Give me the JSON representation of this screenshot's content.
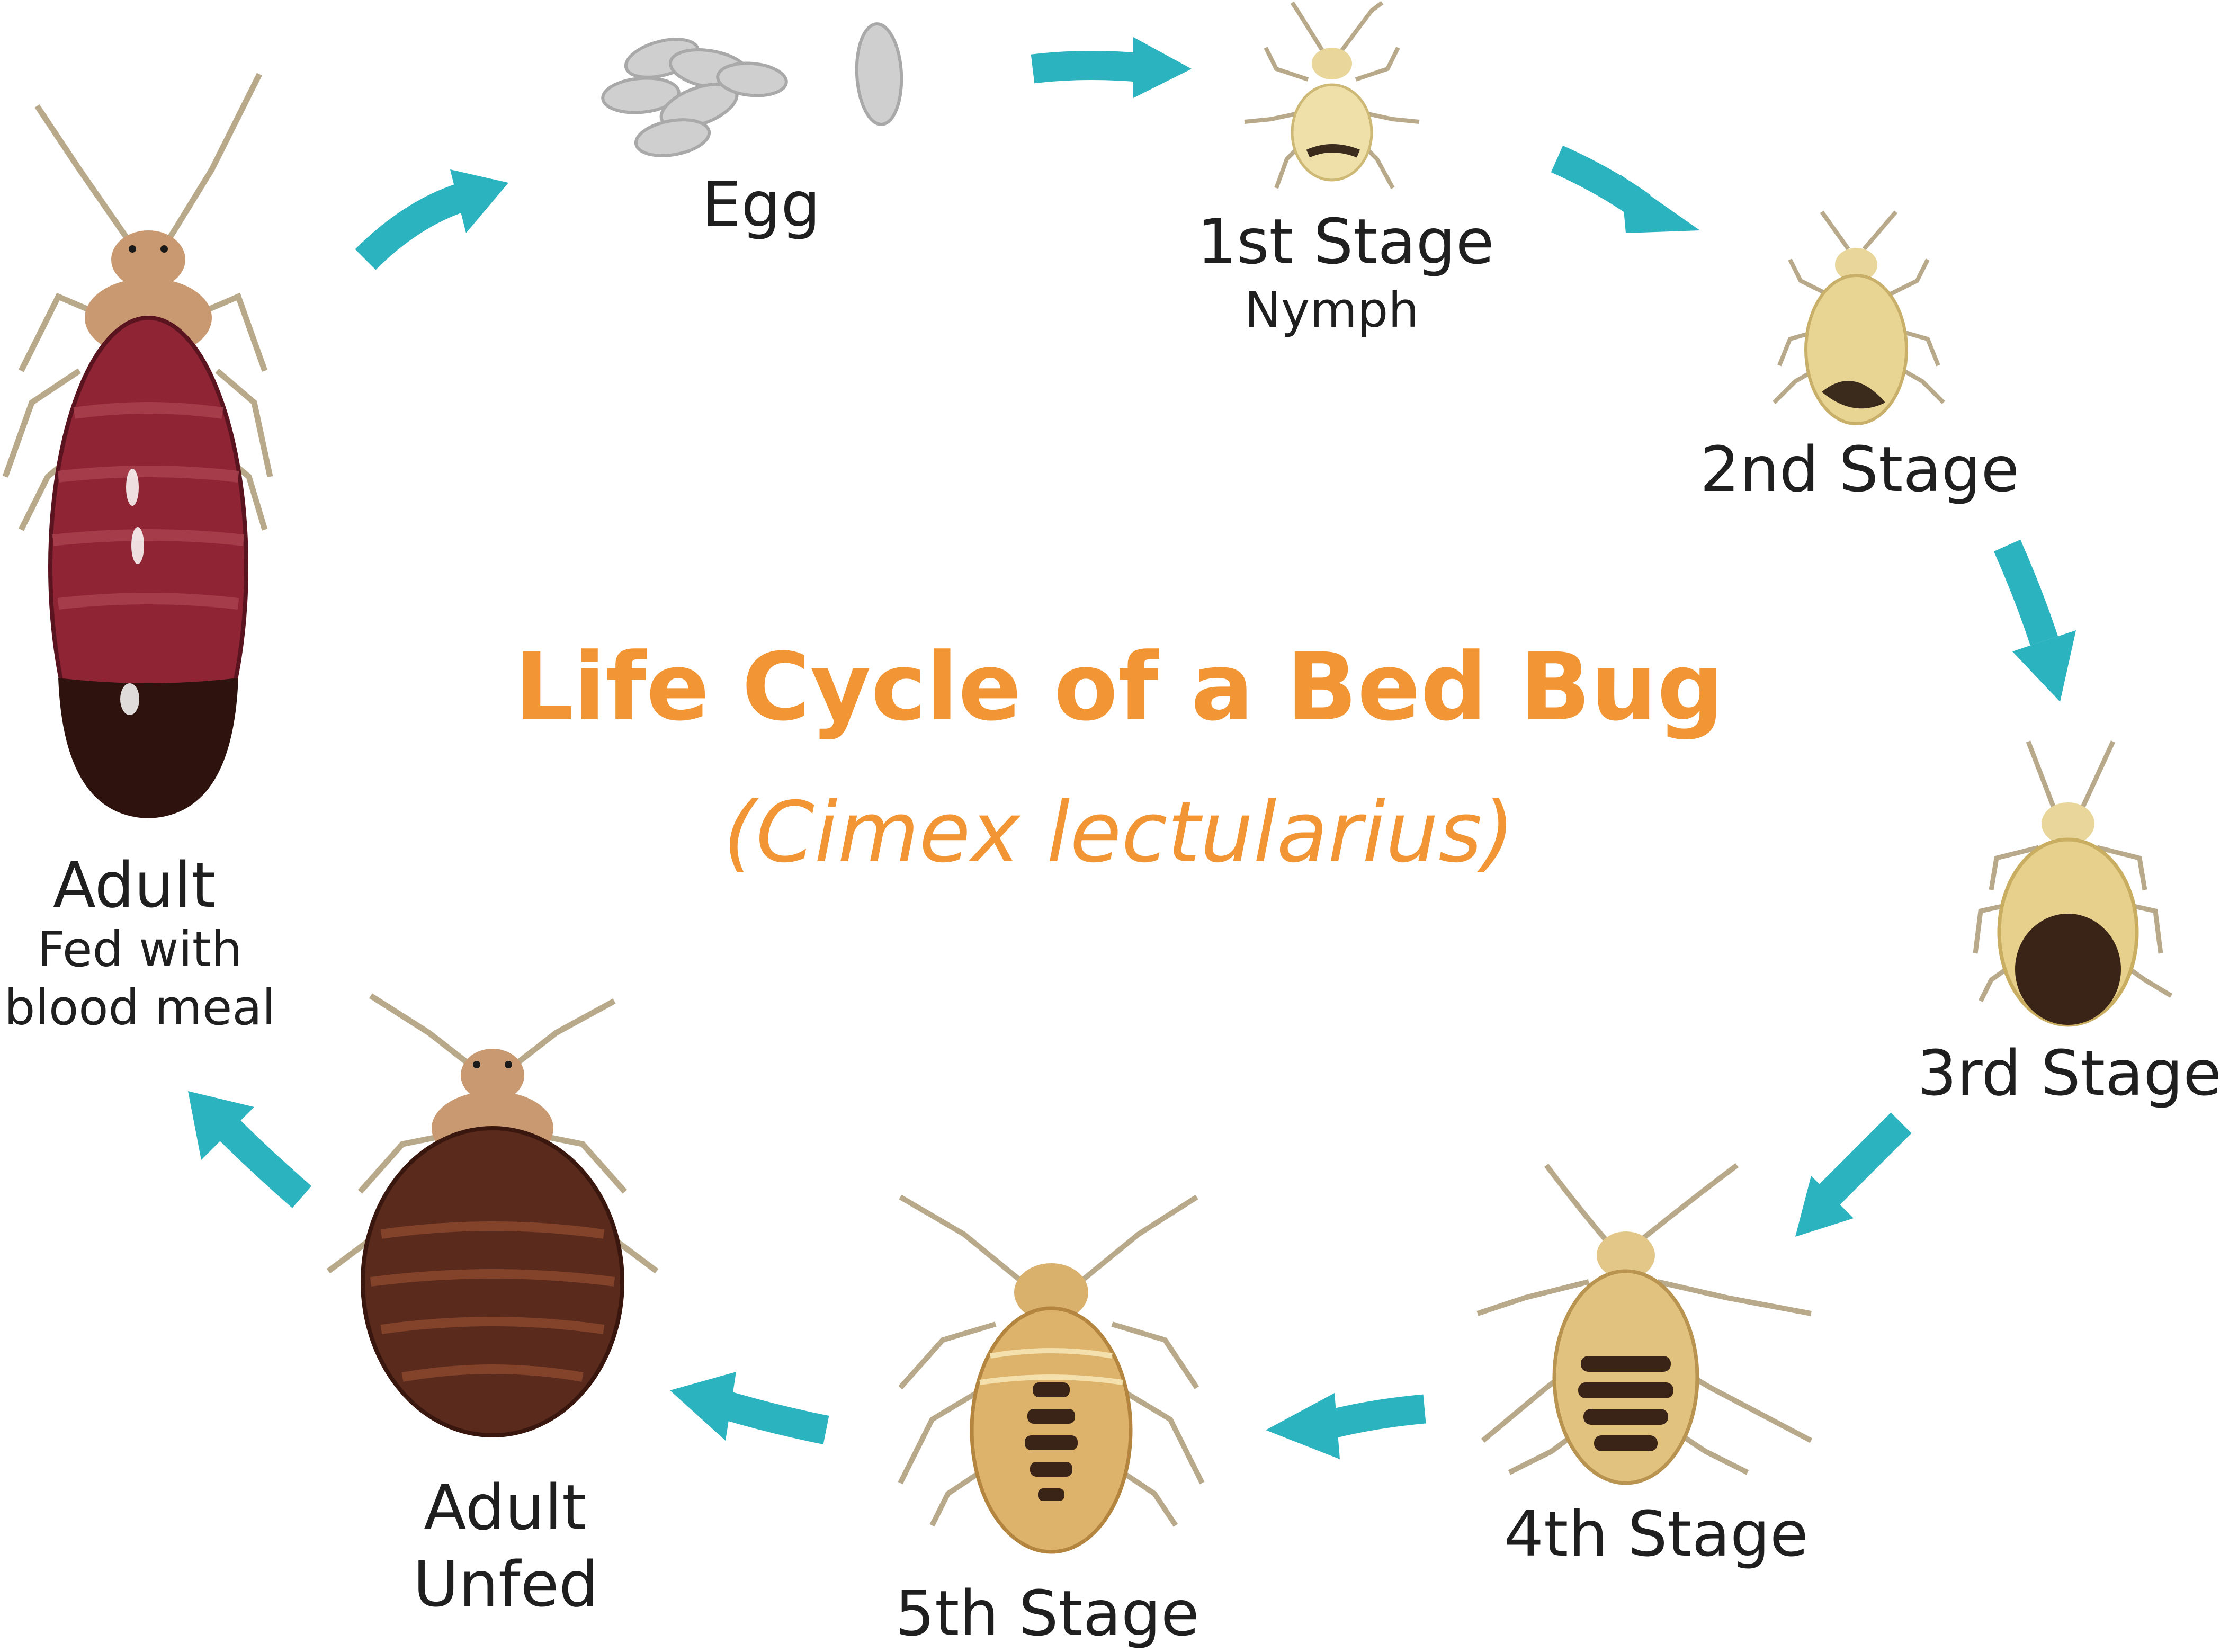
{
  "colors": {
    "title": "#F29534",
    "arrow": "#2BB3C0",
    "text": "#1f1f1f",
    "nymph_pale": "#E8D69A",
    "nymph_tan": "#D9B36E",
    "adult_body": "#5A2A1C",
    "fed_abdomen": "#8E2434",
    "head_tan": "#C99A72",
    "leg": "#B8A98A",
    "egg": "#CFCFCF"
  },
  "title": {
    "line1": "Life Cycle of a Bed Bug",
    "line2": "(Cimex lectularius)"
  },
  "stages": {
    "egg": {
      "label": "Egg"
    },
    "stage1": {
      "label": "1st Stage",
      "sublabel": "Nymph"
    },
    "stage2": {
      "label": "2nd Stage"
    },
    "stage3": {
      "label": "3rd Stage"
    },
    "stage4": {
      "label": "4th Stage"
    },
    "stage5": {
      "label": "5th Stage"
    },
    "adult_unfed": {
      "label": "Adult",
      "sublabel": "Unfed"
    },
    "adult_fed": {
      "label": "Adult",
      "sublabel1": "Fed with",
      "sublabel2": "blood meal"
    }
  },
  "icons": [
    "egg-cluster-icon",
    "bed-bug-nymph-icon",
    "bed-bug-adult-icon",
    "cycle-arrow-icon"
  ]
}
